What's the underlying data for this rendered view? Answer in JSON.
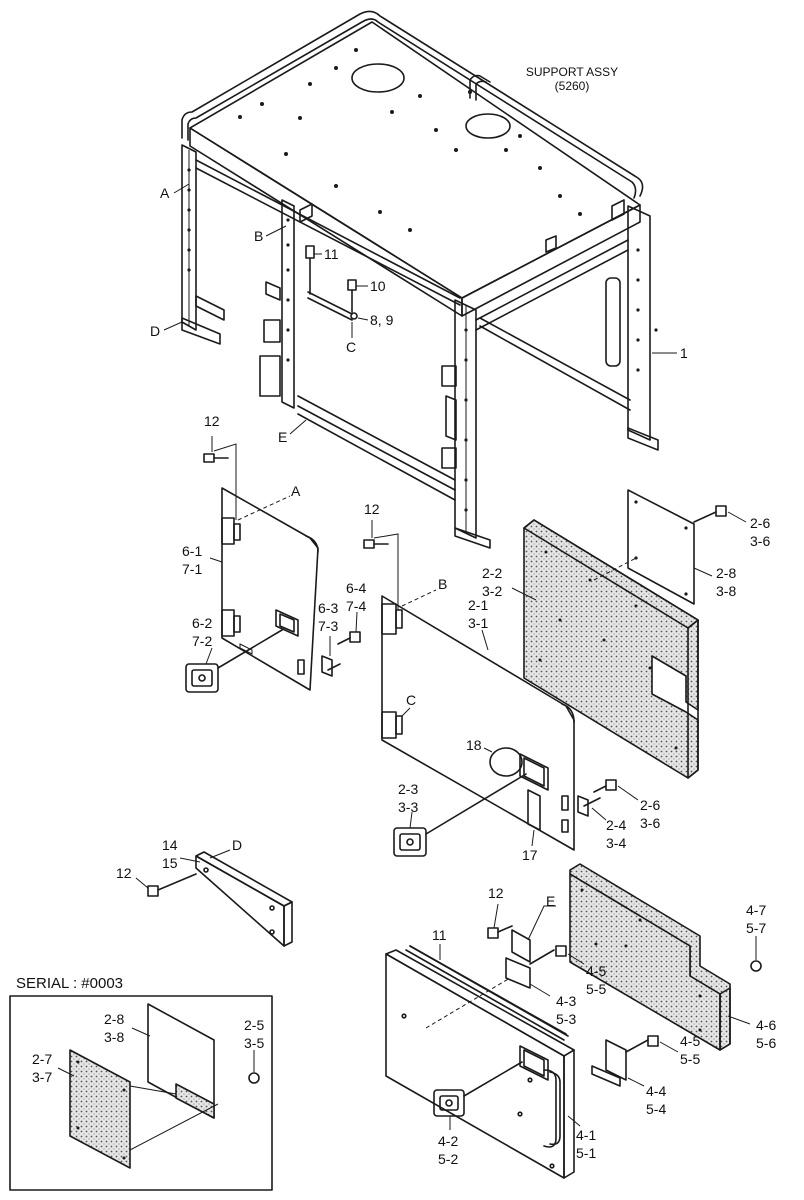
{
  "title": {
    "line1": "SUPPORT ASSY",
    "line2": "(5260)"
  },
  "serial_box": {
    "label": "SERIAL : #0003"
  },
  "colors": {
    "ink": "#1a1a1a",
    "background": "#ffffff",
    "foam_fill": "#d9d9d9"
  },
  "callouts": {
    "frame_A": "A",
    "frame_B": "B",
    "frame_C": "C",
    "frame_D": "D",
    "frame_E": "E",
    "frame_11": "11",
    "frame_10": "10",
    "frame_8_9": "8, 9",
    "frame_1": "1",
    "p12_a": "12",
    "door_A": "A",
    "p6_1": "6-1",
    "p7_1": "7-1",
    "p6_2": "6-2",
    "p7_2": "7-2",
    "p6_3": "6-3",
    "p7_3": "7-3",
    "p6_4": "6-4",
    "p7_4": "7-4",
    "p12_b": "12",
    "door_B": "B",
    "p2_1": "2-1",
    "p3_1": "3-1",
    "door_C": "C",
    "p18": "18",
    "p2_3": "2-3",
    "p3_3": "3-3",
    "p17": "17",
    "p2_4": "2-4",
    "p3_4": "3-4",
    "p2_6b": "2-6",
    "p3_6b": "3-6",
    "p2_2": "2-2",
    "p3_2": "3-2",
    "p2_6a": "2-6",
    "p3_6a": "3-6",
    "p2_8": "2-8",
    "p3_8": "3-8",
    "p14": "14",
    "p15": "15",
    "plate_D": "D",
    "p12_c": "12",
    "p12_d": "12",
    "door_E": "E",
    "p11": "11",
    "p4_5a": "4-5",
    "p5_5a": "5-5",
    "p4_3": "4-3",
    "p5_3": "5-3",
    "p4_5b": "4-5",
    "p5_5b": "5-5",
    "p4_4": "4-4",
    "p5_4": "5-4",
    "p4_1": "4-1",
    "p5_1": "5-1",
    "p4_2": "4-2",
    "p5_2": "5-2",
    "p4_7": "4-7",
    "p5_7": "5-7",
    "p4_6": "4-6",
    "p5_6": "5-6",
    "s2_8": "2-8",
    "s3_8": "3-8",
    "s2_5": "2-5",
    "s3_5": "3-5",
    "s2_7": "2-7",
    "s3_7": "3-7"
  }
}
